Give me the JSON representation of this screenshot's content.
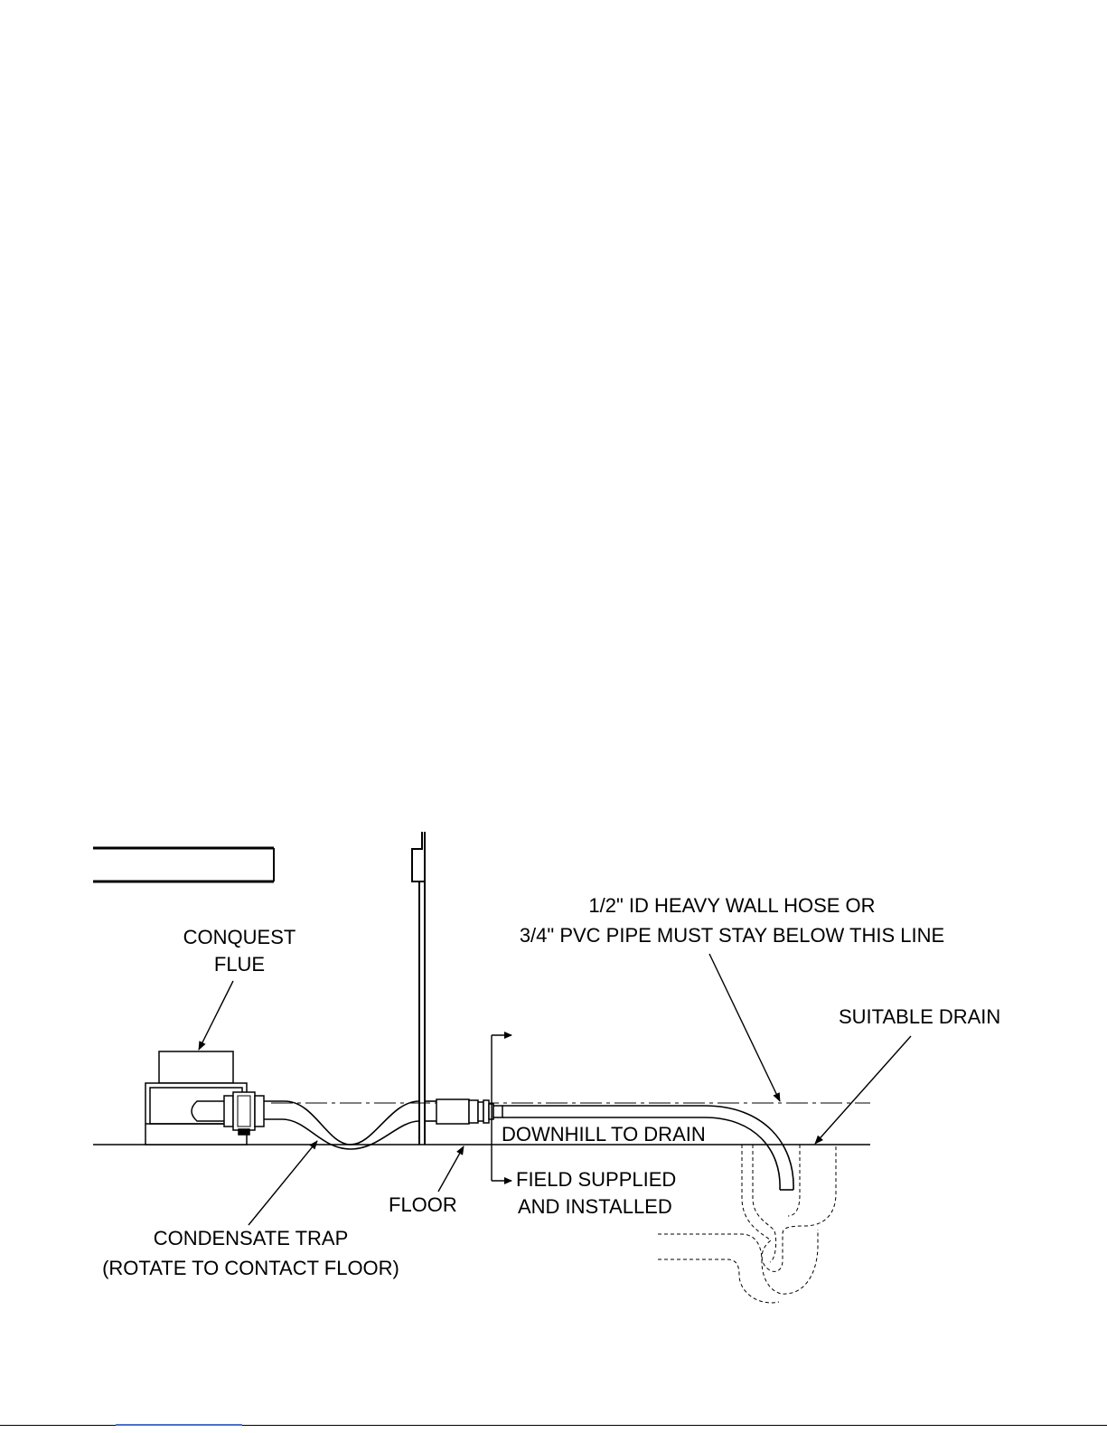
{
  "labels": {
    "conquest_flue": [
      "CONQUEST",
      "FLUE"
    ],
    "hose_note": [
      "1/2\" ID HEAVY WALL HOSE OR",
      "3/4\" PVC PIPE MUST STAY BELOW THIS LINE"
    ],
    "suitable_drain": "SUITABLE DRAIN",
    "downhill_to_drain": "DOWNHILL TO DRAIN",
    "field_supplied": [
      "FIELD SUPPLIED",
      "AND INSTALLED"
    ],
    "floor": "FLOOR",
    "condensate_trap": [
      "CONDENSATE TRAP",
      "(ROTATE TO CONTACT FLOOR)"
    ]
  }
}
